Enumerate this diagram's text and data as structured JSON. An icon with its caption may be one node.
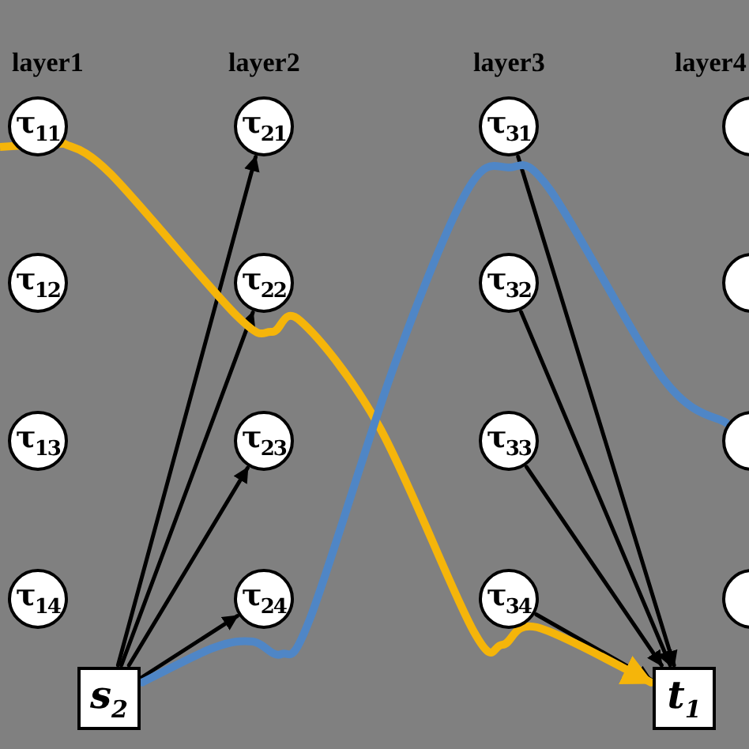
{
  "diagram": {
    "nodes": [
      {
        "text": [
          "τ$_{11}$"
        ]
      },
      {
        "text": [
          "τ$_{12}$"
        ]
      },
      {
        "text": [
          "τ$_{13}$"
        ]
      },
      {
        "text": [
          "τ$_{14}$"
        ]
      },
      {
        "text": [
          "τ$_{21}$"
        ]
      },
      {
        "text": [
          "τ$_{22}$"
        ]
      },
      {
        "text": [
          "τ$_{23}$"
        ]
      },
      {
        "text": [
          "τ$_{24}$"
        ]
      },
      {
        "text": [
          "τ$_{31}$"
        ]
      },
      {
        "text": [
          "τ$_{32}$"
        ]
      },
      {
        "text": [
          "τ$_{33}$"
        ]
      },
      {
        "text": [
          "τ$_{34}$"
        ]
      },
      {
        "text": [],
        "shape": "circle"
      },
      {
        "text": [],
        "shape": "circle"
      },
      {
        "text": [],
        "shape": "circle"
      },
      {
        "text": [],
        "shape": "circle"
      },
      {
        "text": [
          "s$_{2}$"
        ]
      },
      {
        "text": [
          "t$_{1}$"
        ]
      }
    ],
    "edges": [
      {
        "from": 16,
        "to": 4,
        "arrow": "to"
      },
      {
        "from": 16,
        "to": 5,
        "arrow": "to"
      },
      {
        "from": 16,
        "to": 6,
        "arrow": "to"
      },
      {
        "from": 16,
        "to": 7,
        "arrow": "to"
      },
      {
        "from": 8,
        "to": 17,
        "arrow": "to"
      },
      {
        "from": 9,
        "to": 17,
        "arrow": "to"
      },
      {
        "from": 10,
        "to": 17,
        "arrow": "to"
      },
      {
        "from": 11,
        "to": 17,
        "arrow": "to"
      },
      {
        "from": 0,
        "to": 17,
        "arrow": "to",
        "style": "thick",
        "color": "#f5b50a"
      },
      {
        "from": 16,
        "to": 14,
        "arrow": "none",
        "style": "thick",
        "color": "#4f86c6"
      }
    ],
    "labels": [
      "layer1",
      "layer2",
      "layer3",
      "layer4"
    ]
  }
}
